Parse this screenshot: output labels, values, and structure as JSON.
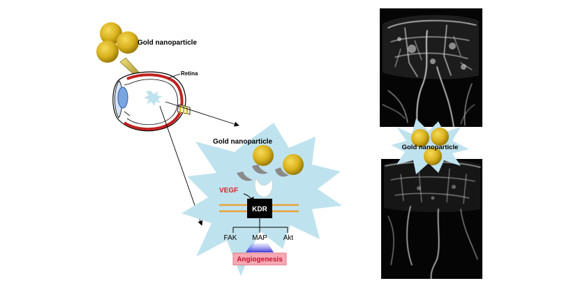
{
  "labels": {
    "gold_top": "Gold nanoparticle",
    "retina": "Retina",
    "gold_center": "Gold nanoparticle",
    "vegf": "VEGF",
    "kdr": "KDR",
    "fak": "FAK",
    "map": "MAP",
    "akt": "Akt",
    "angiogenesis": "Angiogenesis",
    "gold_right": "Gold nanoparticle"
  },
  "colors": {
    "gold": "#d9b21e",
    "gold_dark": "#9c7c08",
    "starburst": "#bfe3ee",
    "vegf": "#d8232a",
    "membrane": "#e8a23a",
    "receptor": "#000000",
    "angiogenesis_box": "#f6a9b4",
    "angiogenesis_text": "#c8102e",
    "eye_red": "#c0211f",
    "lens_blue": "#7aa6e0",
    "arrow_olive": "#8d7d12"
  }
}
